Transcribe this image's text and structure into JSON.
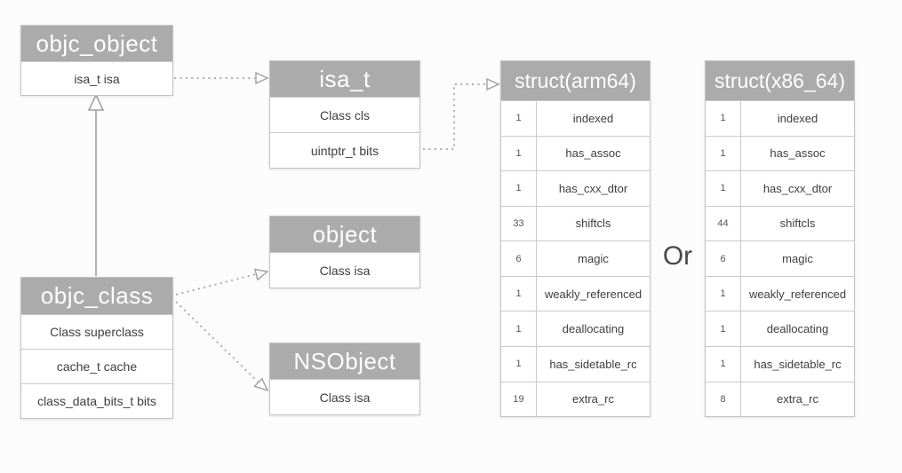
{
  "diagram": {
    "classes": [
      {
        "id": "objc_object",
        "title": "objc_object",
        "fields": [
          "isa_t isa"
        ]
      },
      {
        "id": "isa_t",
        "title": "isa_t",
        "fields": [
          "Class cls",
          "uintptr_t bits"
        ]
      },
      {
        "id": "objc_class",
        "title": "objc_class",
        "fields": [
          "Class superclass",
          "cache_t cache",
          "class_data_bits_t bits"
        ]
      },
      {
        "id": "object",
        "title": "object",
        "fields": [
          "Class isa"
        ]
      },
      {
        "id": "NSObject",
        "title": "NSObject",
        "fields": [
          "Class isa"
        ]
      }
    ],
    "structs": [
      {
        "id": "arm64",
        "title": "struct(arm64)",
        "rows": [
          {
            "bits": "1",
            "name": "indexed"
          },
          {
            "bits": "1",
            "name": "has_assoc"
          },
          {
            "bits": "1",
            "name": "has_cxx_dtor"
          },
          {
            "bits": "33",
            "name": "shiftcls"
          },
          {
            "bits": "6",
            "name": "magic"
          },
          {
            "bits": "1",
            "name": "weakly_referenced"
          },
          {
            "bits": "1",
            "name": "deallocating"
          },
          {
            "bits": "1",
            "name": "has_sidetable_rc"
          },
          {
            "bits": "19",
            "name": "extra_rc"
          }
        ]
      },
      {
        "id": "x86_64",
        "title": "struct(x86_64)",
        "rows": [
          {
            "bits": "1",
            "name": "indexed"
          },
          {
            "bits": "1",
            "name": "has_assoc"
          },
          {
            "bits": "1",
            "name": "has_cxx_dtor"
          },
          {
            "bits": "44",
            "name": "shiftcls"
          },
          {
            "bits": "6",
            "name": "magic"
          },
          {
            "bits": "1",
            "name": "weakly_referenced"
          },
          {
            "bits": "1",
            "name": "deallocating"
          },
          {
            "bits": "1",
            "name": "has_sidetable_rc"
          },
          {
            "bits": "8",
            "name": "extra_rc"
          }
        ]
      }
    ],
    "or_label": "Or",
    "colors": {
      "header_bg": "#ababab",
      "header_text": "#ffffff",
      "box_border": "#c3c3c3",
      "field_text": "#3e3e3e",
      "arrow": "#a6a6a6",
      "background": "#fcfcfc"
    }
  }
}
